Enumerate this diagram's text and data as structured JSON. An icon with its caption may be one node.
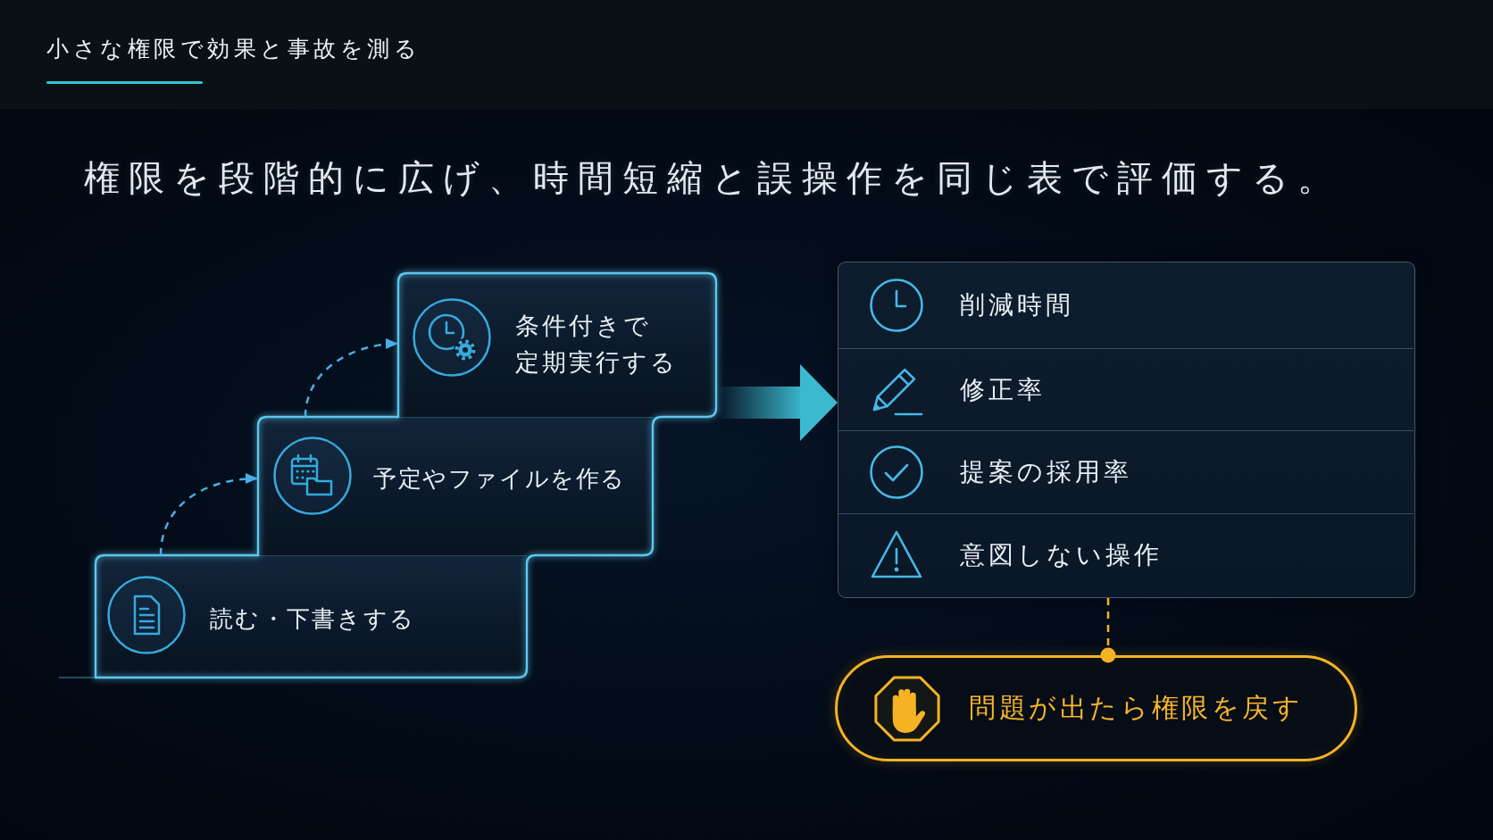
{
  "diagram": {
    "title": "小さな権限で効果と事故を測る",
    "nodes": [
      {
        "text": [
          "読む・下書きする"
        ]
      },
      {
        "text": [
          "予定やファイルを作る"
        ]
      },
      {
        "text": [
          "条件付きで定期実行する"
        ]
      },
      {
        "text": [],
        "shape": "box"
      },
      {
        "text": [
          "削減時間"
        ],
        "in": 3
      },
      {
        "text": [
          "修正率"
        ],
        "in": 3
      },
      {
        "text": [
          "提案の採用率"
        ],
        "in": 3
      },
      {
        "text": [
          "意図しない操作"
        ],
        "in": 3
      },
      {
        "text": [
          "問題が出たら権限を戻す"
        ]
      }
    ],
    "edges": [
      {
        "from": 0,
        "to": 1,
        "arrow": "to",
        "style": "dashed"
      },
      {
        "from": 1,
        "to": 2,
        "arrow": "to",
        "style": "dashed"
      },
      {
        "from": 2,
        "to": 3,
        "arrow": "to",
        "style": "thick",
        "color": "#3cb9cf"
      },
      {
        "from": 3,
        "to": 8,
        "arrow": "other",
        "style": "dashed",
        "color": "#f5b324"
      }
    ],
    "labels": [
      "権限を段階的に広げ、時間短縮と誤操作を同じ表で評価する。"
    ]
  }
}
